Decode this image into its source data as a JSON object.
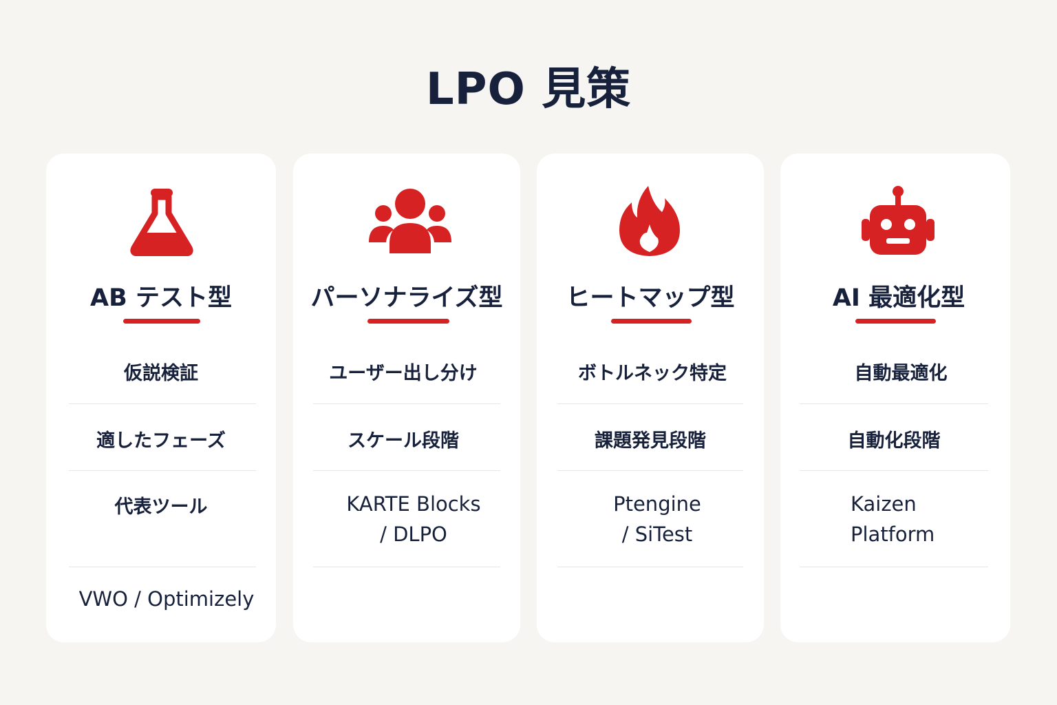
{
  "title": "LPO 見策",
  "accent_color": "#d62222",
  "text_color": "#17213b",
  "cards": [
    {
      "icon": "flask-icon",
      "heading": "AB テスト型",
      "rows": [
        "仮説検証",
        "適したフェーズ",
        "代表ツール"
      ],
      "tool": "VWO / Optimizely"
    },
    {
      "icon": "users-icon",
      "heading": "パーソナライズ型",
      "rows": [
        "ユーザー出し分け",
        "スケール段階"
      ],
      "tool_lines": [
        "KARTE Blocks",
        "/ DLPO"
      ]
    },
    {
      "icon": "flame-icon",
      "heading": "ヒートマップ型",
      "rows": [
        "ボトルネック特定",
        "課題発見段階"
      ],
      "tool_lines": [
        "Ptengine",
        "/ SiTest"
      ]
    },
    {
      "icon": "robot-icon",
      "heading": "AI 最適化型",
      "rows": [
        "自動最適化",
        "自動化段階"
      ],
      "tool_lines": [
        "Kaizen",
        "Platform"
      ]
    }
  ]
}
